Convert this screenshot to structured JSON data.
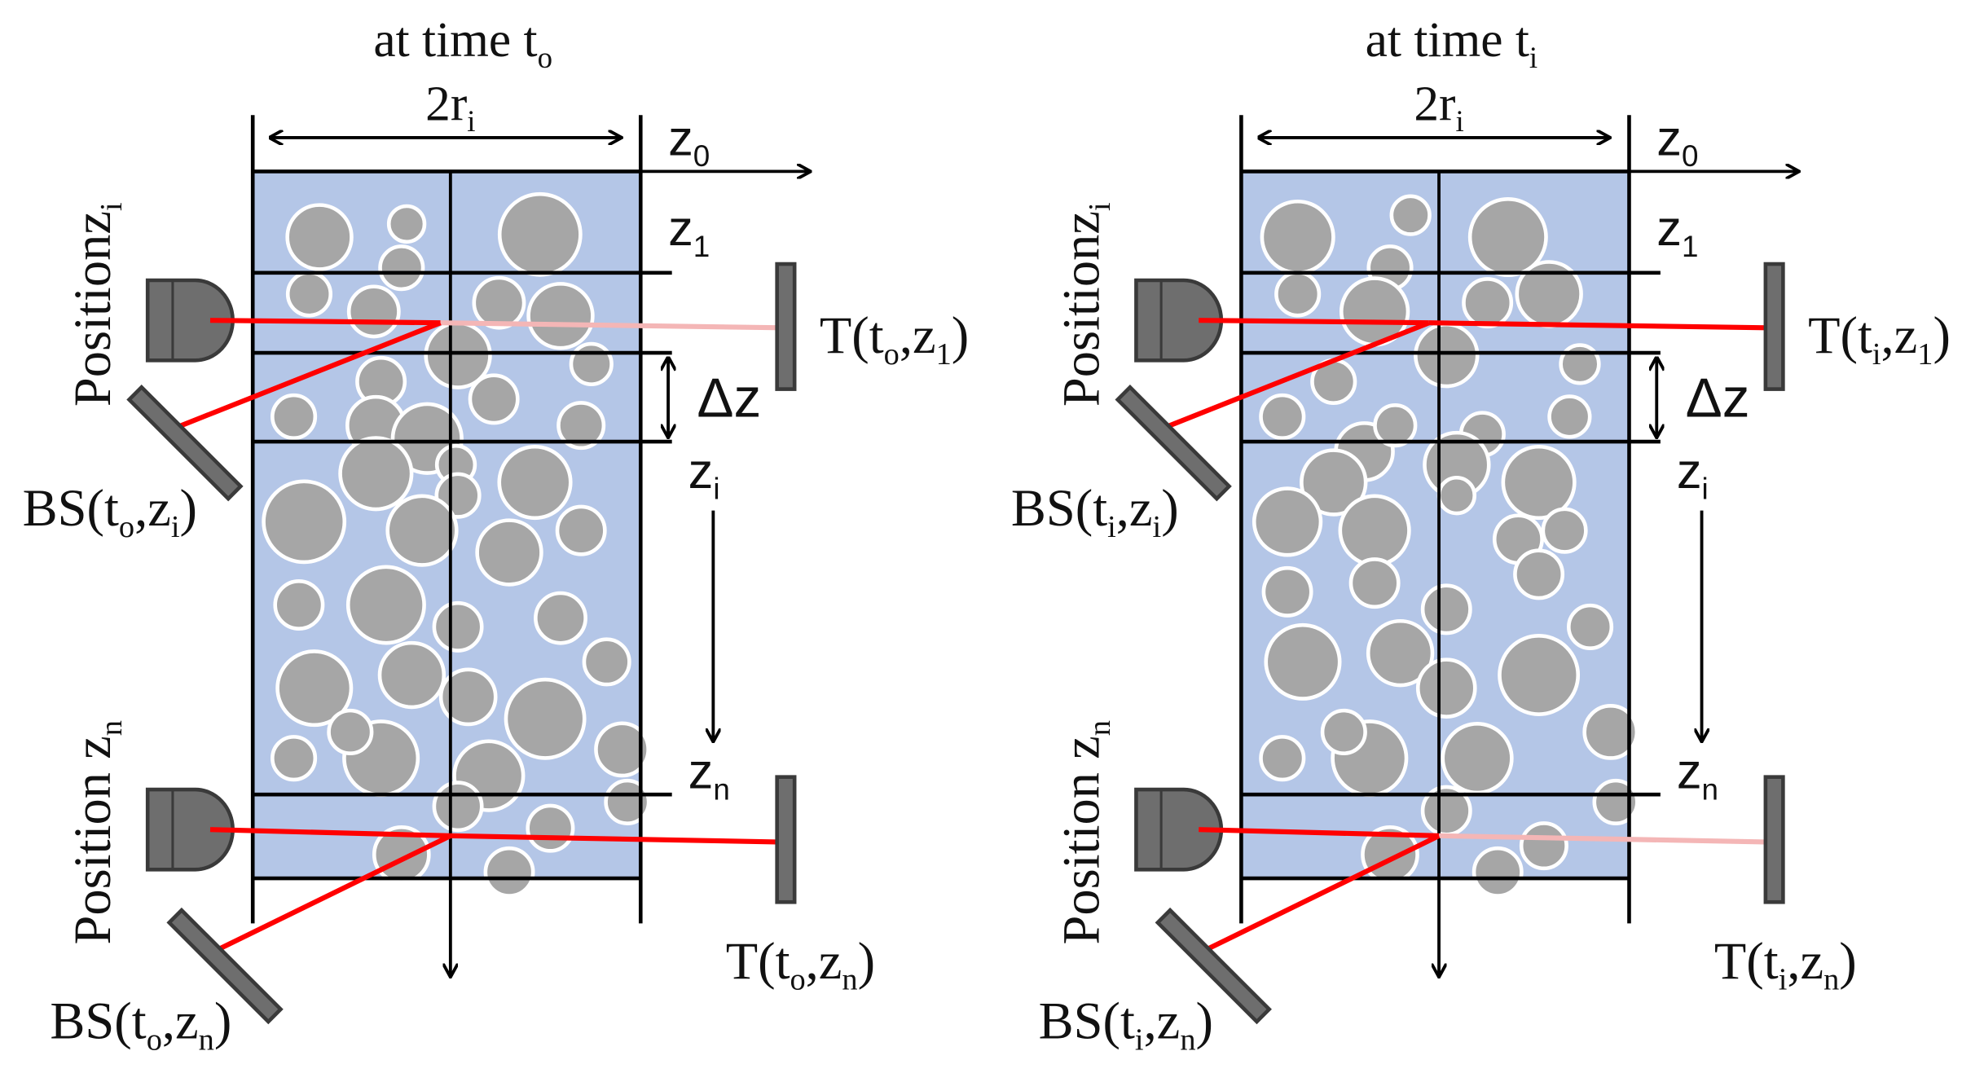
{
  "colors": {
    "column_fill": "#b4c6e7",
    "particle_fill": "#a6a6a6",
    "particle_stroke": "#ffffff",
    "laser": "#ff0000",
    "laser_faded": "#f4b6b6",
    "device_fill": "#6e6e6e",
    "device_stroke": "#3a3a3a",
    "line": "#000000"
  },
  "panels": [
    {
      "id": "left",
      "title": "at time t",
      "title_sub": "o",
      "width_label": "2r",
      "width_sub": "i",
      "z_labels": {
        "z0": {
          "main": "z",
          "sub": "0"
        },
        "z1": {
          "main": "z",
          "sub": "1"
        },
        "zi": {
          "main": "z",
          "sub": "i"
        },
        "zn": {
          "main": "z",
          "sub": "n"
        }
      },
      "delta_label": "Δz",
      "position_upper": {
        "main": "Positionz",
        "sub": "i"
      },
      "position_lower": {
        "main": "Position z",
        "sub": "n"
      },
      "t_upper": {
        "pre": "T(t",
        "sub1": "o",
        "mid": ",z",
        "sub2": "1",
        "post": ")"
      },
      "t_lower": {
        "pre": "T(t",
        "sub1": "o",
        "mid": ",z",
        "sub2": "n",
        "post": ")"
      },
      "bs_upper": {
        "pre": "BS(t",
        "sub1": "o",
        "mid": ",z",
        "sub2": "i",
        "post": ")"
      },
      "bs_lower": {
        "pre": "BS(t",
        "sub1": "o",
        "mid": ",z",
        "sub2": "n",
        "post": ")"
      },
      "upper_transmission_faded": true,
      "lower_transmission_faded": false
    },
    {
      "id": "right",
      "title": "at time t",
      "title_sub": "i",
      "width_label": "2r",
      "width_sub": "i",
      "z_labels": {
        "z0": {
          "main": "z",
          "sub": "0"
        },
        "z1": {
          "main": "z",
          "sub": "1"
        },
        "zi": {
          "main": "z",
          "sub": "i"
        },
        "zn": {
          "main": "z",
          "sub": "n"
        }
      },
      "delta_label": "Δz",
      "position_upper": {
        "main": "Positionz",
        "sub": "i"
      },
      "position_lower": {
        "main": "Position z",
        "sub": "n"
      },
      "t_upper": {
        "pre": "T(t",
        "sub1": "i",
        "mid": ",z",
        "sub2": "1",
        "post": ")"
      },
      "t_lower": {
        "pre": "T(t",
        "sub1": "i",
        "mid": ",z",
        "sub2": "n",
        "post": ")"
      },
      "bs_upper": {
        "pre": "BS(t",
        "sub1": "i",
        "mid": ",z",
        "sub2": "i",
        "post": ")"
      },
      "bs_lower": {
        "pre": "BS(t",
        "sub1": "i",
        "mid": ",z",
        "sub2": "n",
        "post": ")"
      },
      "upper_transmission_faded": false,
      "lower_transmission_faded": true
    }
  ]
}
